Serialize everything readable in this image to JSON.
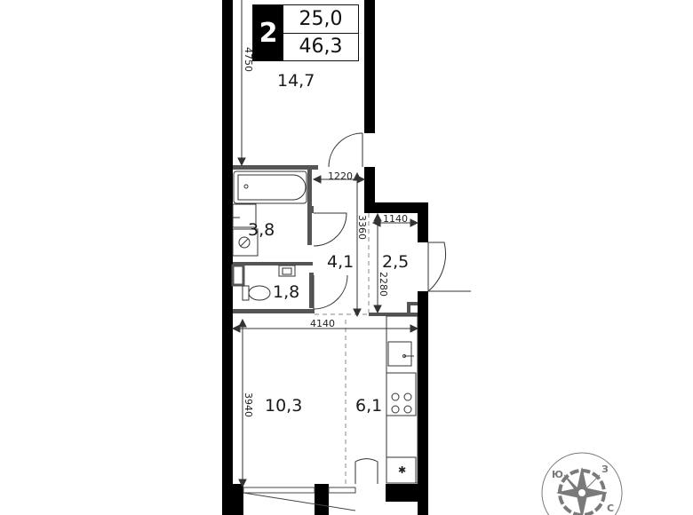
{
  "badge": {
    "rooms": "2",
    "living_area": "25,0",
    "total_area": "46,3"
  },
  "rooms": [
    {
      "id": "bedroom",
      "area": "14,7"
    },
    {
      "id": "bathroom",
      "area": "3,8"
    },
    {
      "id": "corridor",
      "area": "4,1"
    },
    {
      "id": "hall",
      "area": "2,5"
    },
    {
      "id": "toilet",
      "area": "1,8"
    },
    {
      "id": "living-room",
      "area": "10,3"
    },
    {
      "id": "kitchen",
      "area": "6,1"
    }
  ],
  "dimensions": {
    "bedroom_length": "4750",
    "bath_width": "1220",
    "corridor_length": "3360",
    "hall_width": "1140",
    "hall_length": "2280",
    "living_width": "4140",
    "living_length": "3940"
  },
  "compass": {
    "labels": [
      "Ю",
      "З",
      "С"
    ]
  },
  "colors": {
    "wall": "#000000",
    "partition": "#555555",
    "compass": "#7a7a7a"
  }
}
